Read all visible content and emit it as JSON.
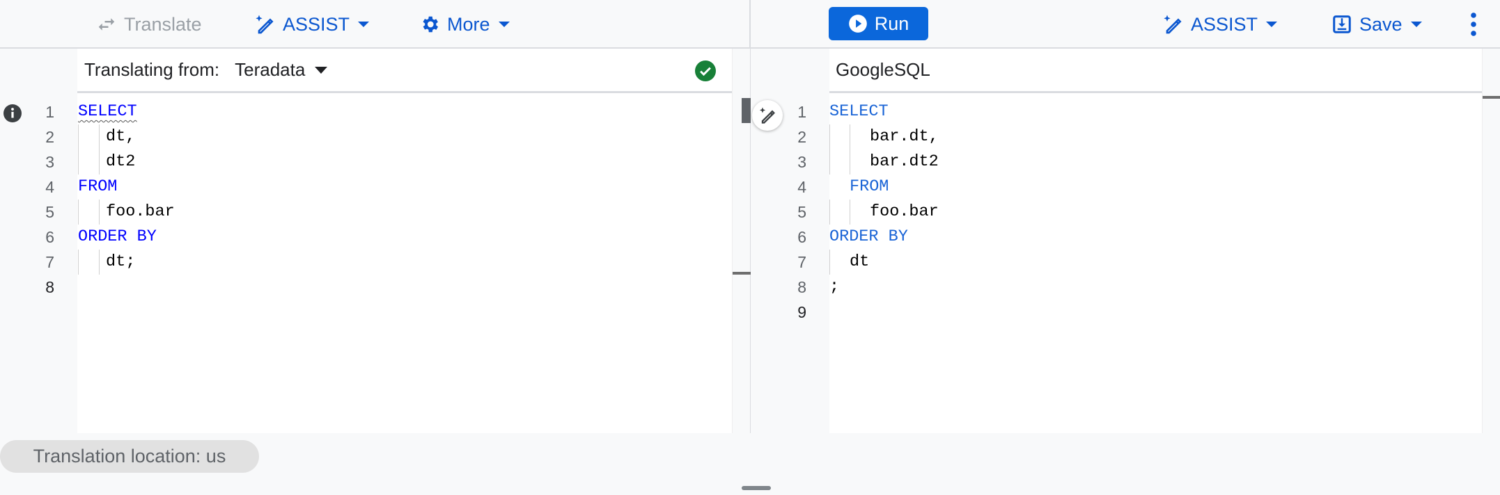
{
  "left_toolbar": {
    "translate": {
      "label": "Translate",
      "icon": "swap-arrows-icon",
      "disabled": true
    },
    "assist": {
      "label": "ASSIST",
      "icon": "magic-pen-icon"
    },
    "more": {
      "label": "More",
      "icon": "gear-icon"
    }
  },
  "right_toolbar": {
    "run": {
      "label": "Run",
      "icon": "play-circle-icon"
    },
    "assist": {
      "label": "ASSIST",
      "icon": "magic-pen-icon"
    },
    "save": {
      "label": "Save",
      "icon": "save-download-icon"
    },
    "menu_icon": "more-vert-icon"
  },
  "source": {
    "label": "Translating from:",
    "dialect": "Teradata",
    "status_icon": "check-circle-icon",
    "lines": [
      "SELECT",
      "dt,",
      "dt2",
      "FROM",
      "foo.bar",
      "ORDER BY",
      "dt;",
      ""
    ],
    "line_numbers": [
      "1",
      "2",
      "3",
      "4",
      "5",
      "6",
      "7",
      "8"
    ]
  },
  "target": {
    "dialect": "GoogleSQL",
    "lines": [
      "SELECT",
      "bar.dt,",
      "bar.dt2",
      "FROM",
      "foo.bar",
      "ORDER BY",
      "dt",
      ";",
      ""
    ],
    "line_numbers": [
      "1",
      "2",
      "3",
      "4",
      "5",
      "6",
      "7",
      "8",
      "9"
    ]
  },
  "footer": {
    "location": "Translation location: us"
  },
  "colors": {
    "accent": "#0b57d0",
    "run_button": "#0b67db",
    "keyword_source": "#0000ff",
    "keyword_target": "#1a64d6",
    "success": "#188038"
  }
}
